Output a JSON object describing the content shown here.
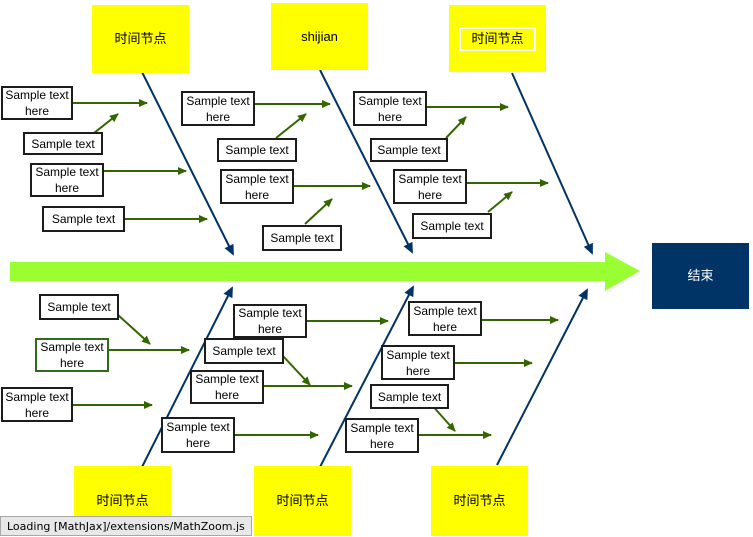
{
  "colors": {
    "spine": "#99ff33",
    "bone": "#003366",
    "branch_arrow": "#336600",
    "milestone_fill": "#ffff00",
    "end_fill": "#003366"
  },
  "milestones": {
    "top1": "时间节点",
    "top2": "shijian",
    "top3": "时间节点",
    "bottom1": "时间节点",
    "bottom2": "时间节点",
    "bottom3": "时间节点"
  },
  "end_label": "结束",
  "labels": {
    "sample_text_here": "Sample text here",
    "sample_text": "Sample text"
  },
  "status": "Loading [MathJax]/extensions/MathZoom.js"
}
